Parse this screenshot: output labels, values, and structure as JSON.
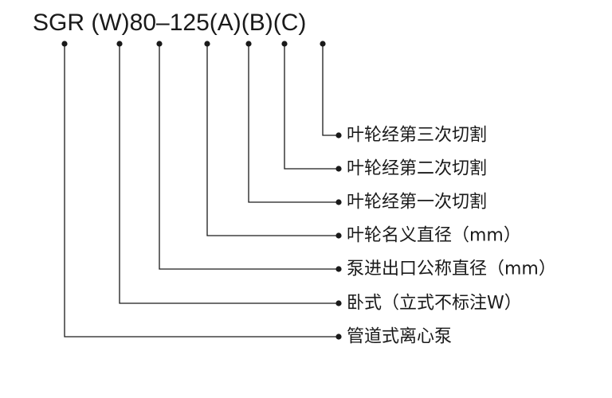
{
  "model_code": "SGR (W)80–125(A)(B)(C)",
  "legend": [
    {
      "id": "c",
      "label": "叶轮经第三次切割"
    },
    {
      "id": "b",
      "label": "叶轮经第二次切割"
    },
    {
      "id": "a",
      "label": "叶轮经第一次切割"
    },
    {
      "id": "impeller",
      "label": "叶轮名义直径（mm）"
    },
    {
      "id": "inlet",
      "label": "泵进出口公称直径（mm）"
    },
    {
      "id": "w",
      "label": "卧式（立式不标注W）"
    },
    {
      "id": "sgr",
      "label": "管道式离心泵"
    }
  ]
}
